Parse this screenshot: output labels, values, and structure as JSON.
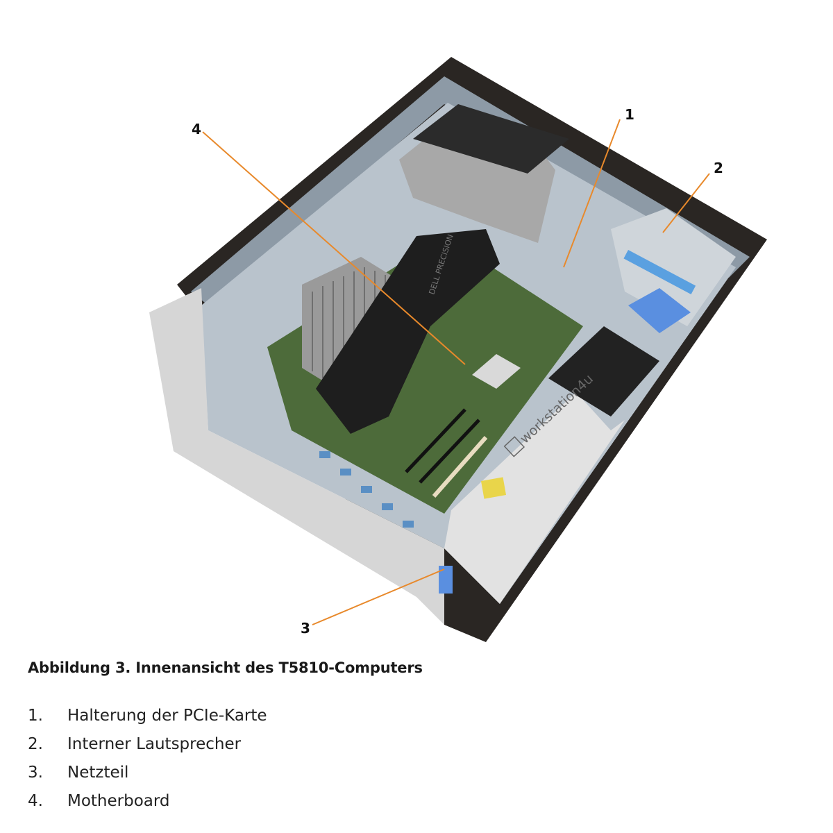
{
  "watermark": "workstation4u",
  "chassis_label": "DELL PRECISION",
  "callouts": [
    "1",
    "2",
    "3",
    "4"
  ],
  "caption": "Abbildung 3. Innenansicht des T5810-Computers",
  "legend": [
    {
      "num": "1.",
      "text": "Halterung der PCIe-Karte"
    },
    {
      "num": "2.",
      "text": "Interner Lautsprecher"
    },
    {
      "num": "3.",
      "text": "Netzteil"
    },
    {
      "num": "4.",
      "text": "Motherboard"
    }
  ],
  "colors": {
    "leader": "#e8892b",
    "board": "#4d6b3a",
    "chassis": "#c9c9c9",
    "dark": "#1e1e1e",
    "accent_blue": "#5aa0e0"
  }
}
